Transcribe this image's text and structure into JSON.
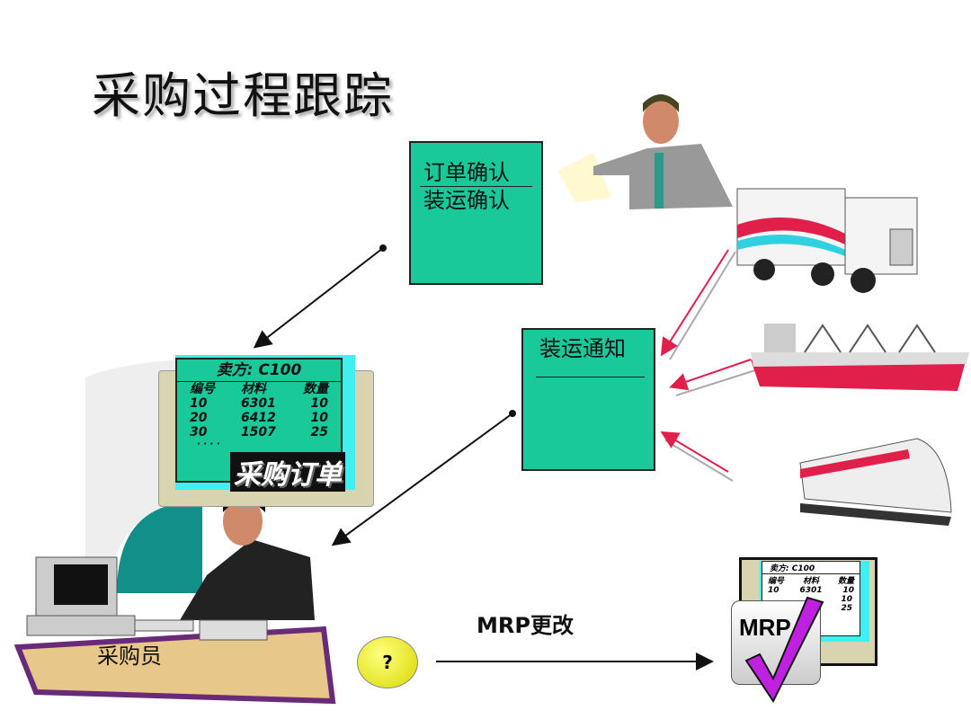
{
  "title": "采购过程跟踪",
  "doc_confirm": {
    "line1": "订单确认",
    "line2": "装运确认"
  },
  "doc_notice": {
    "line1": "装运通知"
  },
  "purchase_order": {
    "seller": "卖方: C100",
    "headers": [
      "编号",
      "材料",
      "数量"
    ],
    "rows": [
      [
        "10",
        "6301",
        "10"
      ],
      [
        "20",
        "6412",
        "10"
      ],
      [
        "30",
        "1507",
        "25"
      ]
    ],
    "ellipsis": "· · · ·",
    "label": "采购订单"
  },
  "buyer_label": "采购员",
  "mrp_change_label": "MRP更改",
  "question_badge": "?",
  "mrp_doc": {
    "seller": "卖方: C100",
    "headers": [
      "编号",
      "材料",
      "数量"
    ],
    "rows": [
      [
        "10",
        "6301",
        "10"
      ],
      [
        "",
        "",
        "10"
      ],
      [
        "",
        "",
        "25"
      ]
    ],
    "badge": "MRP"
  },
  "colors": {
    "doc": "#1ac99a",
    "arrow_red": "#e0204a",
    "check": "#c020e0",
    "badge": "#e8e820"
  }
}
